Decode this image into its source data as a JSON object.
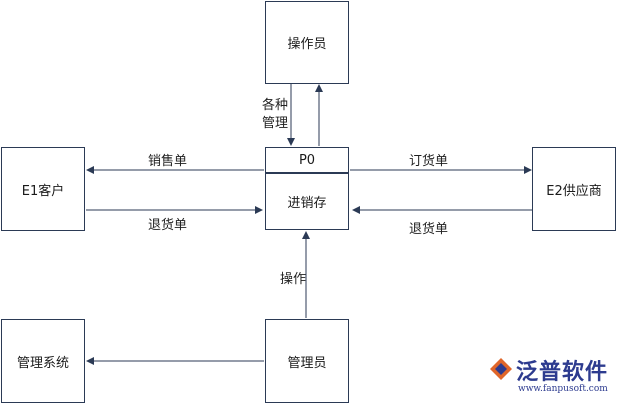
{
  "entities": {
    "operator": "操作员",
    "customer": "E1客户",
    "supplier": "E2供应商",
    "admin_system": "管理系统",
    "manager": "管理员"
  },
  "process": {
    "id": "P0",
    "name": "进销存"
  },
  "flows": {
    "various_management": "各种\n管理",
    "sales_order": "销售单",
    "customer_return": "退货单",
    "purchase_order": "订货单",
    "supplier_return": "退货单",
    "operate": "操作"
  },
  "logo": {
    "brand": "泛普软件",
    "url": "www.fanpusoft.com"
  }
}
